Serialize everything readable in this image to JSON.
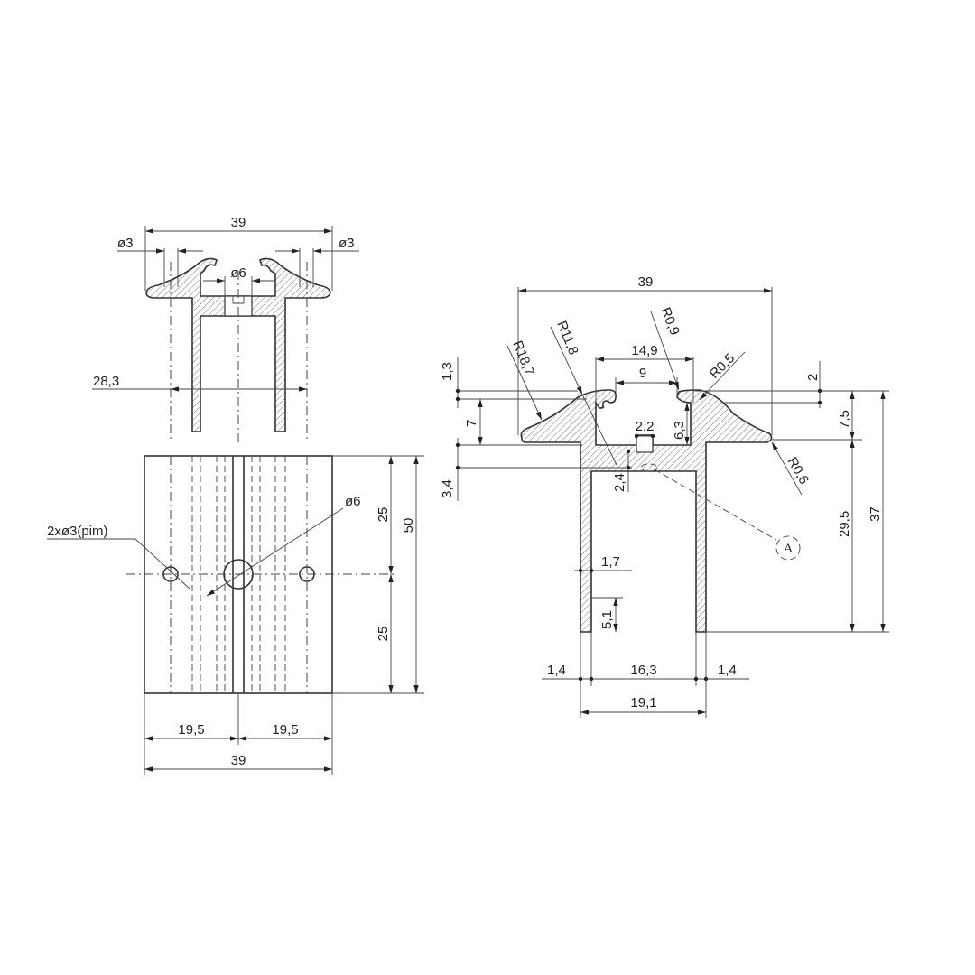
{
  "left_view": {
    "dim_width_top": "39",
    "dim_hole_left": "ø3",
    "dim_hole_right": "ø3",
    "dim_center_hole": "ø6",
    "dim_hole_spacing": "28,3",
    "dim_pin_holes": "2xø3(pim)",
    "dim_center_hole_front": "ø6",
    "dim_upper_half": "25",
    "dim_lower_half": "25",
    "dim_height": "50",
    "dim_left_half": "19,5",
    "dim_right_half": "19,5",
    "dim_width_bottom": "39"
  },
  "right_view": {
    "dim_width": "39",
    "radius_r18_7": "R18,7",
    "radius_r11_8": "R11,8",
    "radius_r0_9": "R0,9",
    "radius_r0_5": "R0,5",
    "radius_r0_6": "R0,6",
    "dim_slot_outer": "14,9",
    "dim_slot_inner": "9",
    "dim_1_3": "1,3",
    "dim_7": "7",
    "dim_3_4": "3,4",
    "dim_2_4": "2,4",
    "dim_2_2": "2,2",
    "dim_6_3": "6,3",
    "dim_2": "2",
    "dim_7_5": "7,5",
    "dim_29_5": "29,5",
    "dim_37": "37",
    "dim_1_7": "1,7",
    "dim_5_1": "5,1",
    "dim_leg_left": "1,4",
    "dim_inner_width": "16,3",
    "dim_leg_right": "1,4",
    "dim_overall_legs": "19,1",
    "detail_label": "A"
  }
}
